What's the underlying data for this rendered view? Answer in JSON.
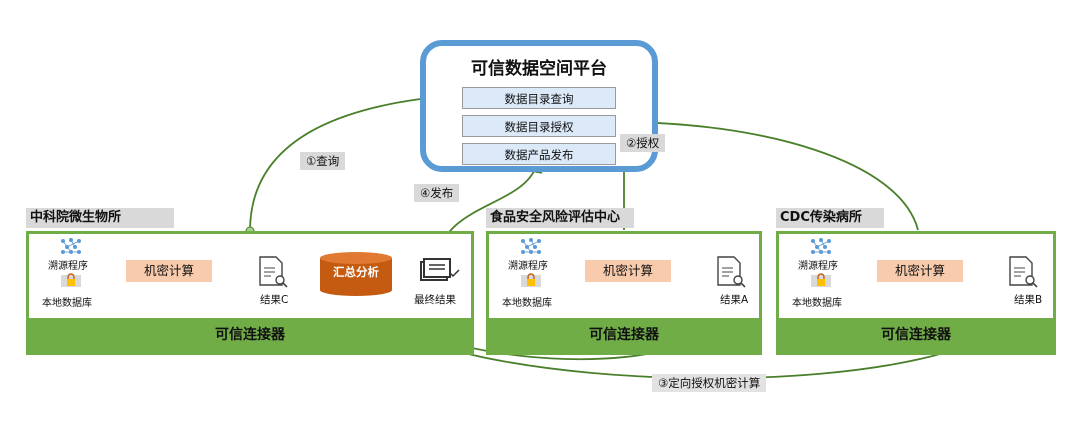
{
  "platform": {
    "title": "可信数据空间平台",
    "menu": [
      "数据目录查询",
      "数据目录授权",
      "数据产品发布"
    ]
  },
  "flow_labels": {
    "query": "①查询",
    "authorize": "②授权",
    "targeted": "③定向授权机密计算",
    "publish": "④发布"
  },
  "orgs": [
    {
      "name": "中科院微生物所",
      "source": "溯源程序",
      "db": "本地数据库",
      "calc": "机密计算",
      "result": "结果C",
      "aggregate": "汇总分析",
      "final": "最终结果",
      "connector": "可信连接器"
    },
    {
      "name": "食品安全风险评估中心",
      "source": "溯源程序",
      "db": "本地数据库",
      "calc": "机密计算",
      "result": "结果A",
      "connector": "可信连接器"
    },
    {
      "name": "CDC传染病所",
      "source": "溯源程序",
      "db": "本地数据库",
      "calc": "机密计算",
      "result": "结果B",
      "connector": "可信连接器"
    }
  ],
  "colors": {
    "platform_border": "#5a9bd5",
    "org_border": "#70ad47",
    "arrow": "#4a7f2a",
    "calc_fill": "#f8cbad",
    "aggregate_fill": "#c55a11"
  }
}
